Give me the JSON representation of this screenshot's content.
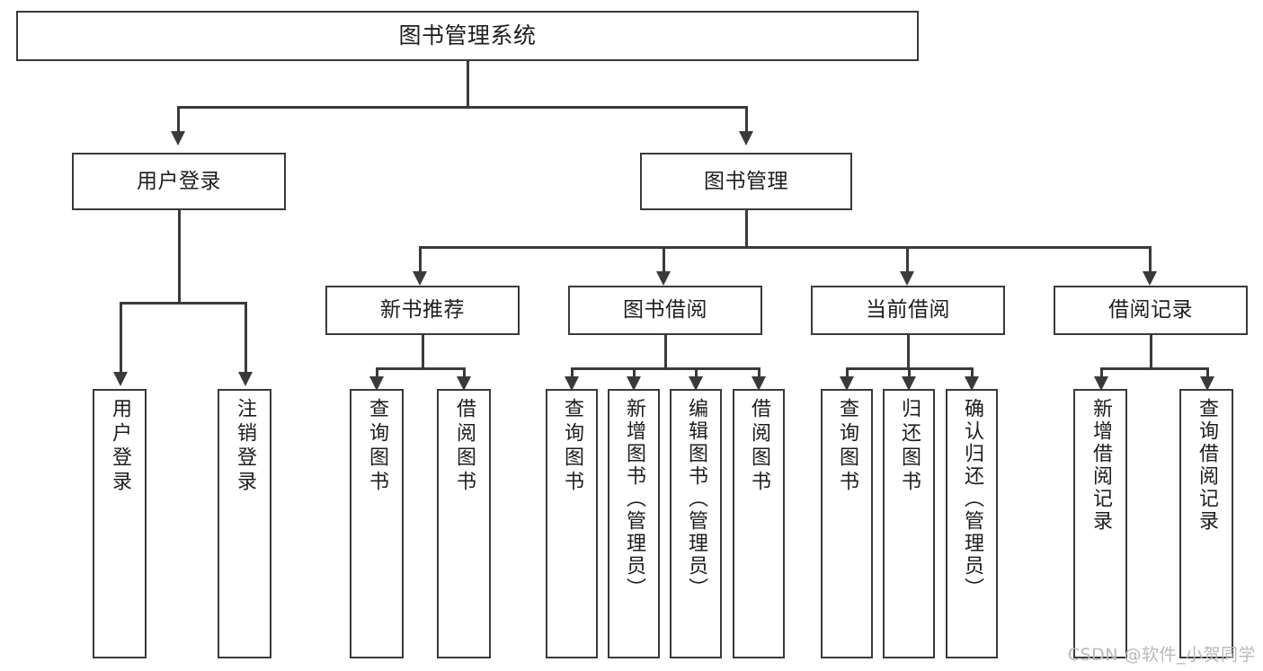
{
  "diagram": {
    "title_node": {
      "label": "图书管理系统"
    },
    "level2": [
      {
        "id": "user-login",
        "label": "用户登录"
      },
      {
        "id": "book-management",
        "label": "图书管理"
      }
    ],
    "level3": [
      {
        "id": "new-book-recommend",
        "label": "新书推荐"
      },
      {
        "id": "book-borrow",
        "label": "图书借阅"
      },
      {
        "id": "current-borrow",
        "label": "当前借阅"
      },
      {
        "id": "borrow-record",
        "label": "借阅记录"
      }
    ],
    "leaves": {
      "user_login": [
        {
          "id": "leaf-user-login",
          "label": "用户登录"
        },
        {
          "id": "leaf-logout-login",
          "label": "注销登录"
        }
      ],
      "new_book_recommend": [
        {
          "id": "leaf-query-book-1",
          "label": "查询图书"
        },
        {
          "id": "leaf-borrow-book-1",
          "label": "借阅图书"
        }
      ],
      "book_borrow": [
        {
          "id": "leaf-query-book-2",
          "label": "查询图书"
        },
        {
          "id": "leaf-add-book",
          "label": "新增图书（管理员）"
        },
        {
          "id": "leaf-edit-book",
          "label": "编辑图书（管理员）"
        },
        {
          "id": "leaf-borrow-book-2",
          "label": "借阅图书"
        }
      ],
      "current_borrow": [
        {
          "id": "leaf-query-book-3",
          "label": "查询图书"
        },
        {
          "id": "leaf-return-book",
          "label": "归还图书"
        },
        {
          "id": "leaf-confirm-return",
          "label": "确认归还（管理员）"
        }
      ],
      "borrow_record": [
        {
          "id": "leaf-add-record",
          "label": "新增借阅记录"
        },
        {
          "id": "leaf-query-record",
          "label": "查询借阅记录"
        }
      ]
    }
  },
  "watermark": {
    "text": "CSDN @软件_小贺同学"
  },
  "colors": {
    "stroke": "#3a3a3a",
    "background": "#ffffff",
    "text": "#1d1d1d",
    "watermark": "#b9b9b9"
  }
}
